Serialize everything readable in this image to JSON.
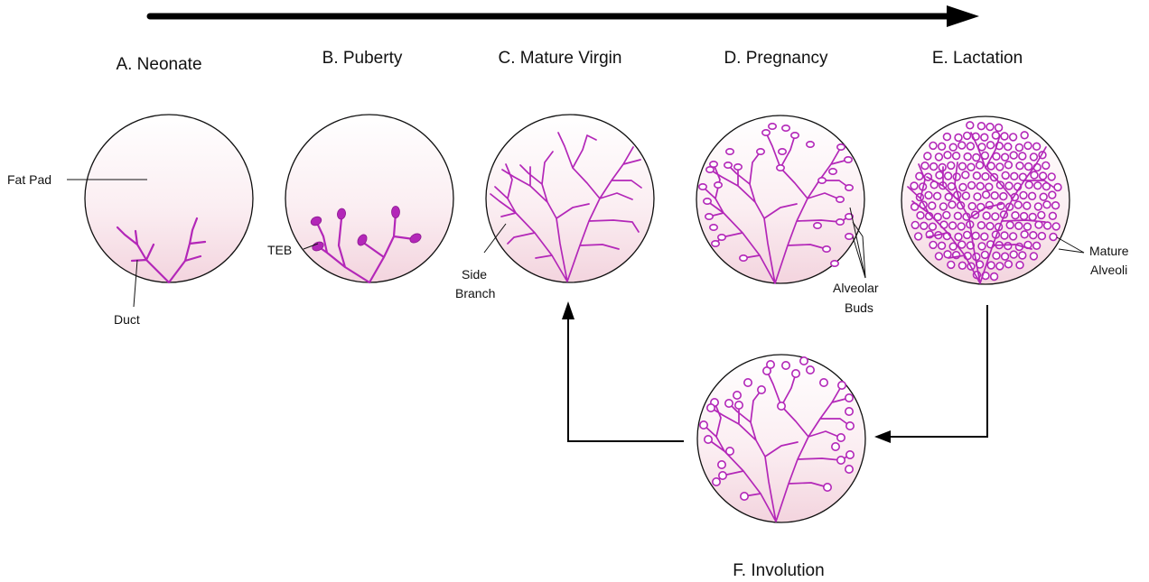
{
  "stages": {
    "a": "A. Neonate",
    "b": "B. Puberty",
    "c": "C. Mature Virgin",
    "d": "D. Pregnancy",
    "e": "E. Lactation",
    "f": "F. Involution"
  },
  "labels": {
    "fat_pad": "Fat Pad",
    "duct": "Duct",
    "teb": "TEB",
    "side_branch_1": "Side",
    "side_branch_2": "Branch",
    "alveolar_buds_1": "Alveolar",
    "alveolar_buds_2": "Buds",
    "mature_alveoli_1": "Mature",
    "mature_alveoli_2": "Alveoli"
  },
  "colors": {
    "duct": "#b327b8",
    "fat_pad_top": "#ffffff",
    "fat_pad_bottom": "#f3d4de",
    "outline": "#111111"
  }
}
